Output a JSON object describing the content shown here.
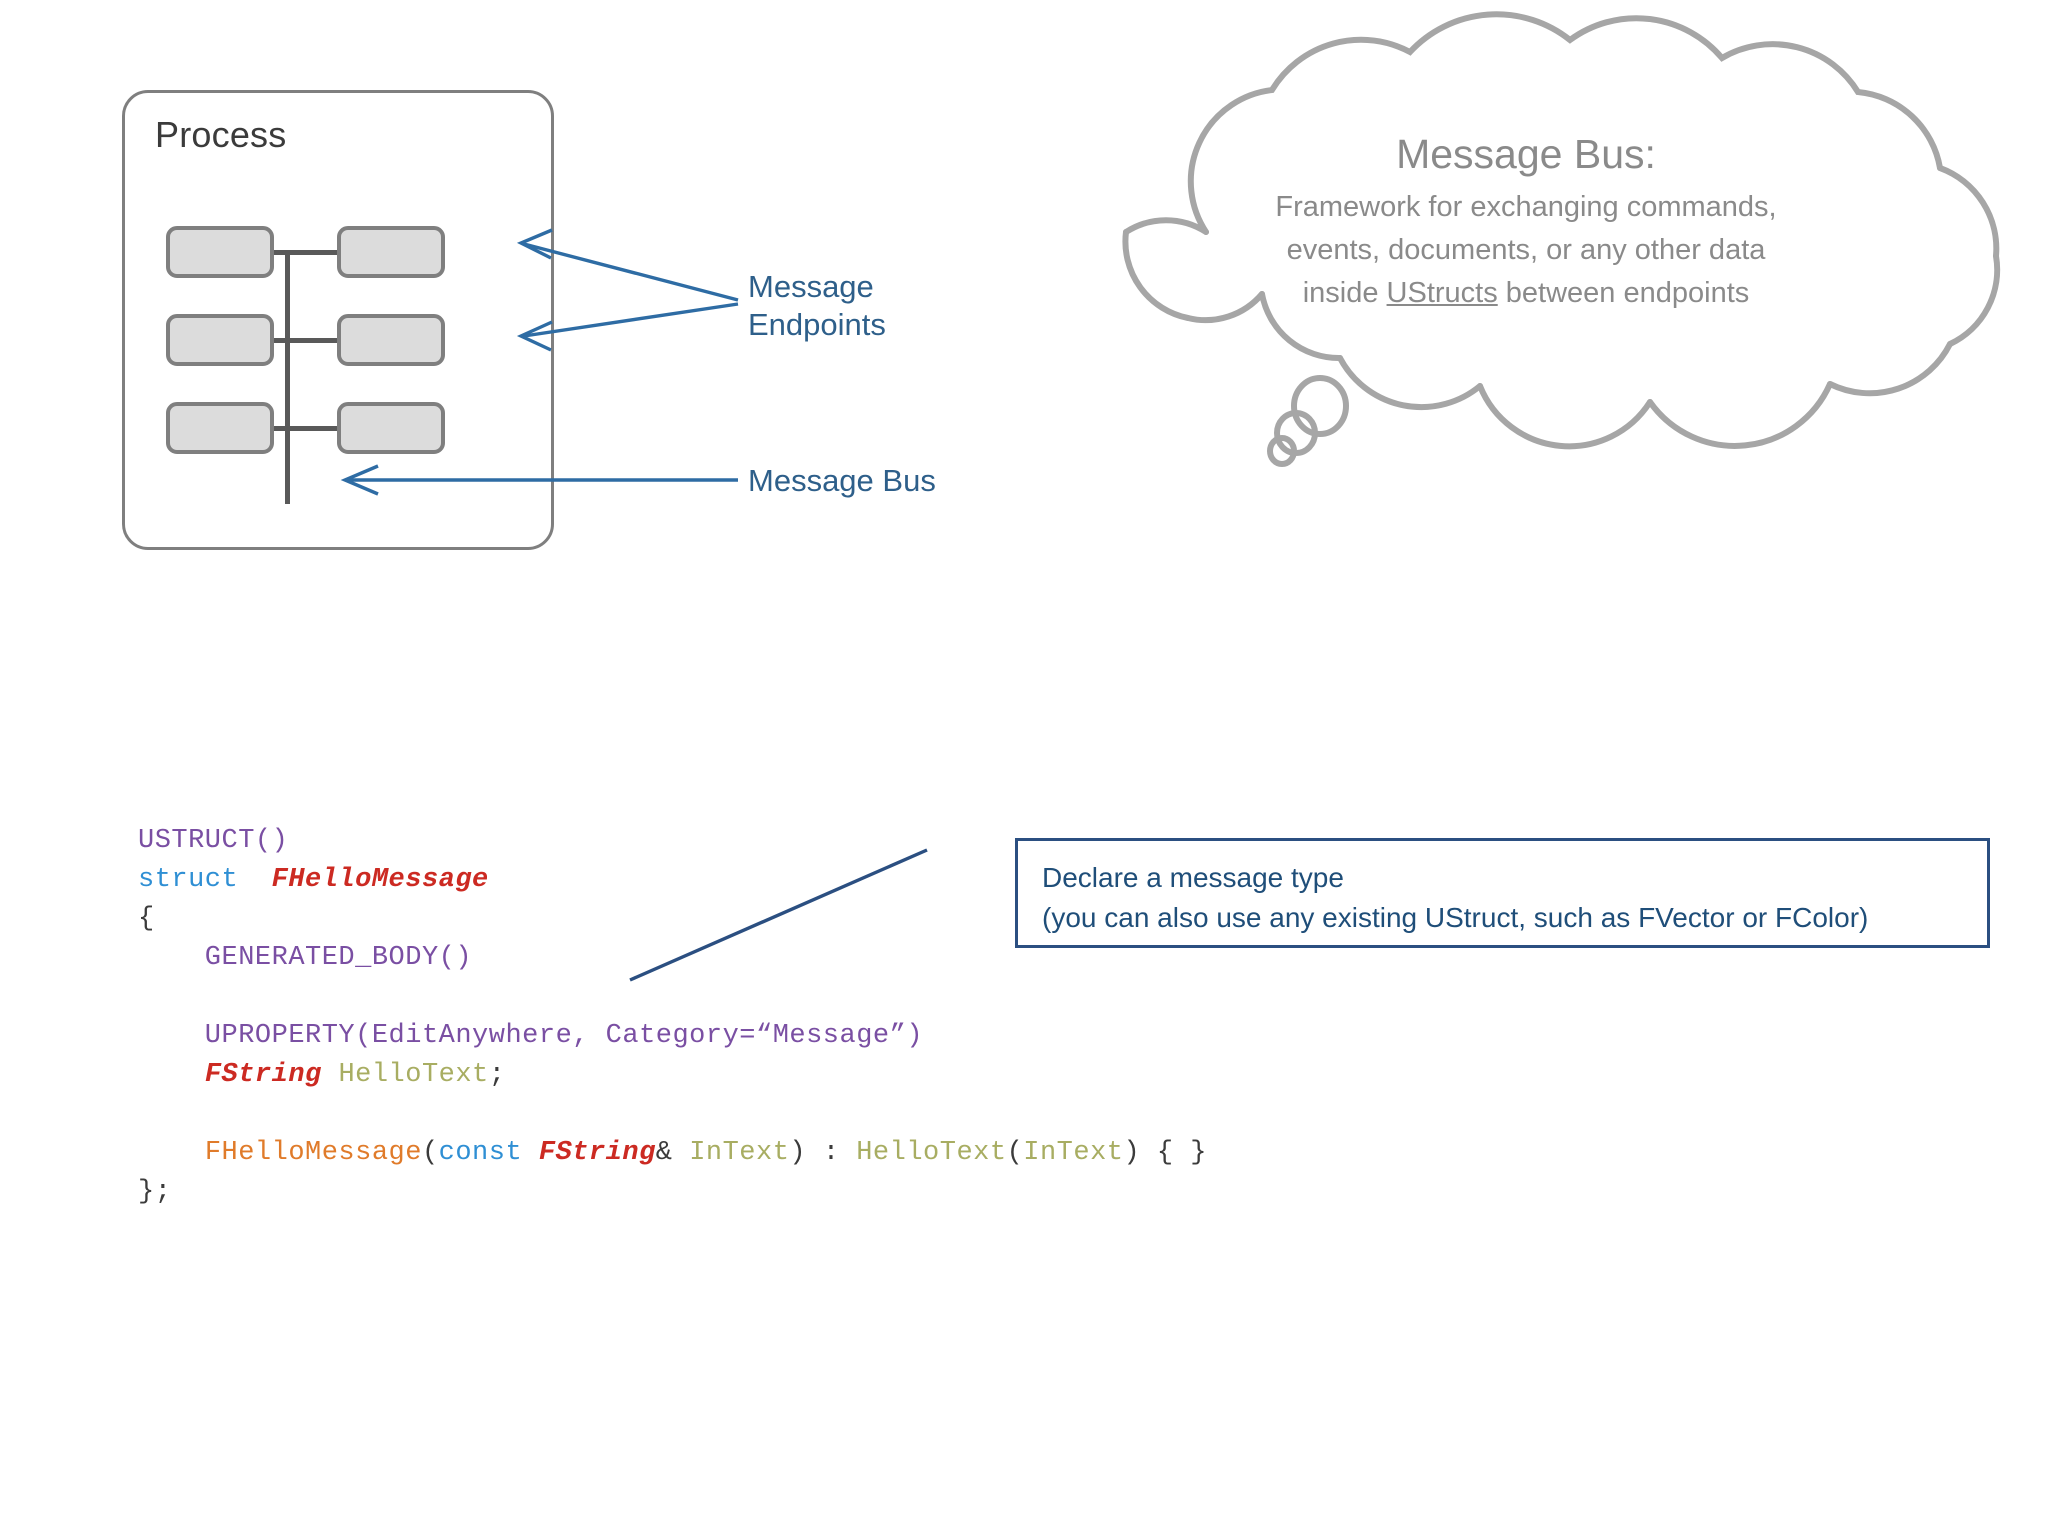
{
  "slide": {
    "background": "#ffffff"
  },
  "process_diagram": {
    "title": "Process",
    "frame_color": "#7f7f7f",
    "endpoint_fill": "#dcdcdc",
    "endpoint_border": "#7f7f7f",
    "bus_line_color": "#595959",
    "endpoint_count": 6,
    "rows": 3,
    "columns": 2
  },
  "annotations": {
    "accent_color": "#2e5f8a",
    "message_endpoints_label": "Message\nEndpoints",
    "message_bus_label": "Message Bus",
    "arrow_icon": "arrow-left"
  },
  "thought_cloud": {
    "outline_color": "#a6a6a6",
    "title": "Message Bus:",
    "lines": [
      "Framework for exchanging commands,",
      "events, documents, or any other data"
    ],
    "last_line_prefix": "inside ",
    "last_line_underlined": "UStructs",
    "last_line_suffix": " between endpoints"
  },
  "code": {
    "lines": [
      {
        "tokens": [
          {
            "t": "USTRUCT",
            "c": "macro"
          },
          {
            "t": "()",
            "c": "macro"
          }
        ]
      },
      {
        "tokens": [
          {
            "t": "struct ",
            "c": "kw"
          },
          {
            "t": " ",
            "c": "punct"
          },
          {
            "t": "FHelloMessage",
            "c": "type"
          }
        ]
      },
      {
        "tokens": [
          {
            "t": "{",
            "c": "punct"
          }
        ]
      },
      {
        "tokens": [
          {
            "t": "    GENERATED_BODY()",
            "c": "macro"
          }
        ]
      },
      {
        "tokens": []
      },
      {
        "tokens": [
          {
            "t": "    UPROPERTY(EditAnywhere, Category=“Message”)",
            "c": "macro"
          }
        ]
      },
      {
        "tokens": [
          {
            "t": "    ",
            "c": "punct"
          },
          {
            "t": "FString",
            "c": "type"
          },
          {
            "t": " ",
            "c": "punct"
          },
          {
            "t": "HelloText",
            "c": "ident"
          },
          {
            "t": ";",
            "c": "punct"
          }
        ]
      },
      {
        "tokens": []
      },
      {
        "tokens": [
          {
            "t": "    ",
            "c": "punct"
          },
          {
            "t": "FHelloMessage",
            "c": "fn"
          },
          {
            "t": "(",
            "c": "punct"
          },
          {
            "t": "const",
            "c": "kw"
          },
          {
            "t": " ",
            "c": "punct"
          },
          {
            "t": "FString",
            "c": "type"
          },
          {
            "t": "&",
            "c": "punct"
          },
          {
            "t": " ",
            "c": "punct"
          },
          {
            "t": "InText",
            "c": "ident"
          },
          {
            "t": ")",
            "c": "punct"
          },
          {
            "t": " : ",
            "c": "punct"
          },
          {
            "t": "HelloText",
            "c": "ident"
          },
          {
            "t": "(",
            "c": "punct"
          },
          {
            "t": "InText",
            "c": "ident"
          },
          {
            "t": ")",
            "c": "punct"
          },
          {
            "t": " { }",
            "c": "punct"
          }
        ]
      },
      {
        "tokens": [
          {
            "t": "};",
            "c": "punct"
          }
        ]
      }
    ],
    "colors": {
      "macro": "#7a4fa3",
      "keyword": "#2f8fd4",
      "type": "#cc2a22",
      "identifier": "#a8ad62",
      "function": "#e07b2a",
      "punctuation": "#3b3b3b"
    }
  },
  "declare_callout": {
    "border_color": "#2b4f81",
    "text_color": "#1f4e79",
    "line1": "Declare a message type",
    "line2": "(you can also use any existing UStruct, such as FVector or FColor)"
  }
}
